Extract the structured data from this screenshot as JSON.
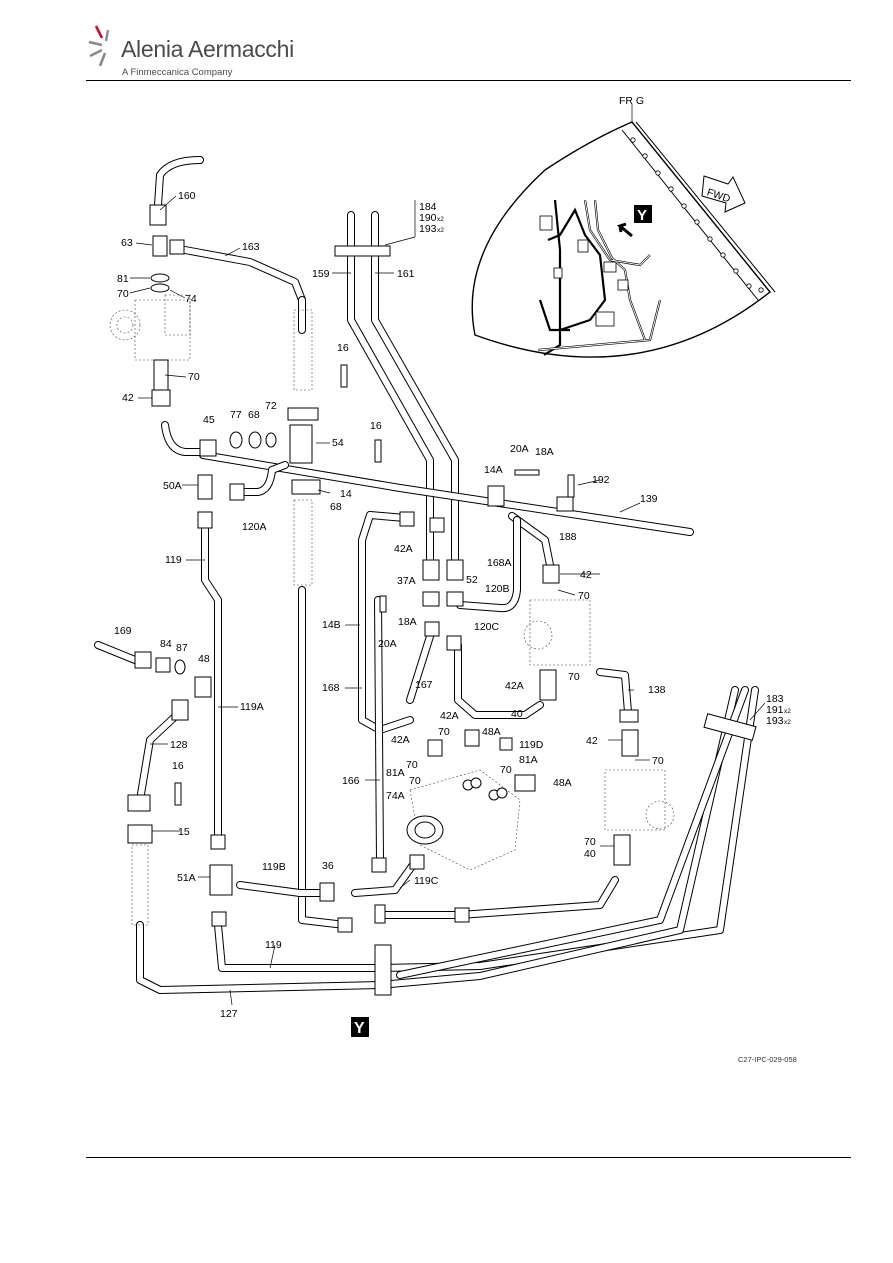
{
  "header": {
    "company": "Alenia Aermacchi",
    "subtitle": "A Finmeccanica Company"
  },
  "figure_code": "C27-IPC-029-058",
  "inset": {
    "frame_label": "FR G",
    "fwd_label": "FWD",
    "view_marker": "Y"
  },
  "view_marker_main": "Y",
  "callouts": {
    "c160": "160",
    "c63": "63",
    "c163": "163",
    "c81": "81",
    "c70a": "70",
    "c74": "74",
    "c16a": "16",
    "c70b": "70",
    "c42a": "42",
    "c45": "45",
    "c77": "77",
    "c68a": "68",
    "c72": "72",
    "c54": "54",
    "c16b": "16",
    "c50A": "50A",
    "c14": "14",
    "c68b": "68",
    "c120A": "120A",
    "c119a": "119",
    "c184": "184",
    "c190": "190",
    "c193a": "193",
    "c159": "159",
    "c161": "161",
    "c20A1": "20A",
    "c18A1": "18A",
    "c14A": "14A",
    "c192": "192",
    "c139": "139",
    "c188": "188",
    "c42A1": "42A",
    "c168A": "168A",
    "c42b": "42",
    "c70c": "70",
    "c37A": "37A",
    "c52": "52",
    "c120B": "120B",
    "c14B": "14B",
    "c18A2": "18A",
    "c20A2": "20A",
    "c120C": "120C",
    "c42A2": "42A",
    "c70d": "70",
    "c138": "138",
    "c169": "169",
    "c84": "84",
    "c87": "87",
    "c48": "48",
    "c168": "168",
    "c167": "167",
    "c40a": "40",
    "c119A": "119A",
    "c42A3": "42A",
    "c70e": "70",
    "c48A1": "48A",
    "c42A4": "42A",
    "c119D": "119D",
    "c128": "128",
    "c16c": "16",
    "c70f": "70",
    "c81A1": "81A",
    "c70g": "70",
    "c70h": "70",
    "c81A2": "81A",
    "c74A": "74A",
    "c48A2": "48A",
    "c166": "166",
    "c183": "183",
    "c191": "191",
    "c193b": "193",
    "c42c": "42",
    "c70i": "70",
    "c15": "15",
    "c70j": "70",
    "c40b": "40",
    "c51A": "51A",
    "c119B": "119B",
    "c36": "36",
    "c119C": "119C",
    "c119b": "119",
    "c127": "127",
    "x2a": "x2",
    "x2b": "x2",
    "x2c": "x2",
    "x2d": "x2"
  }
}
